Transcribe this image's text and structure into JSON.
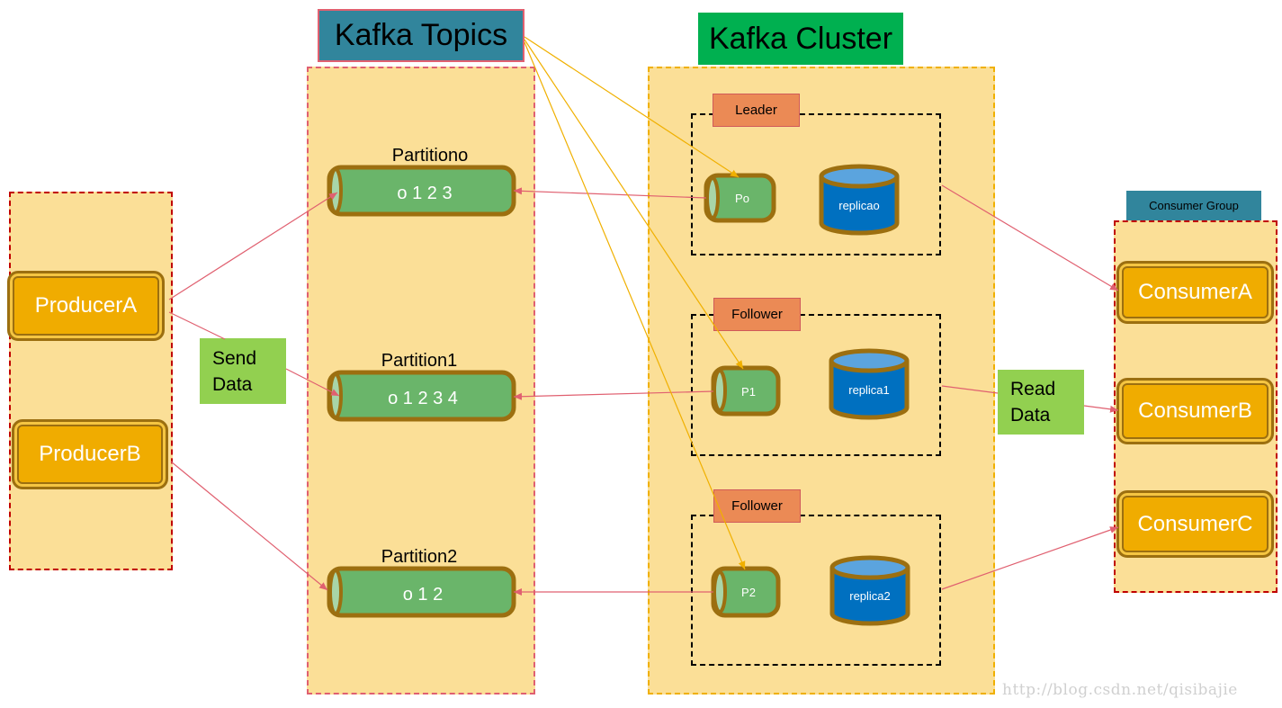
{
  "titles": {
    "topics": "Kafka Topics",
    "cluster": "Kafka Cluster",
    "consumer_group": "Consumer Group"
  },
  "producers": [
    "ProducerA",
    "ProducerB"
  ],
  "consumers": [
    "ConsumerA",
    "ConsumerB",
    "ConsumerC"
  ],
  "notes": {
    "send_data": [
      "Send",
      "Data"
    ],
    "read_data": [
      "Read",
      "Data"
    ]
  },
  "partitions": [
    {
      "label": "Partitiono",
      "offsets": "o 1 2 3"
    },
    {
      "label": "Partition1",
      "offsets": "o 1 2 3 4"
    },
    {
      "label": "Partition2",
      "offsets": "o 1 2"
    }
  ],
  "brokers": [
    {
      "role": "Leader",
      "partition": "Po",
      "replica": "replicao"
    },
    {
      "role": "Follower",
      "partition": "P1",
      "replica": "replica1"
    },
    {
      "role": "Follower",
      "partition": "P2",
      "replica": "replica2"
    }
  ],
  "watermark": "http://blog.csdn.net/qisibajie",
  "colors": {
    "panel": "#fbdf97",
    "node_fill": "#f0ac00",
    "partition_fill": "#6ab56a",
    "replica_fill": "#0070c0",
    "note_green": "#92d050",
    "role_tag": "#eb8a55",
    "topics_title": "#31859c",
    "cluster_title": "#00b050",
    "arrow_pink": "#e06070",
    "arrow_gold": "#f0b000"
  }
}
